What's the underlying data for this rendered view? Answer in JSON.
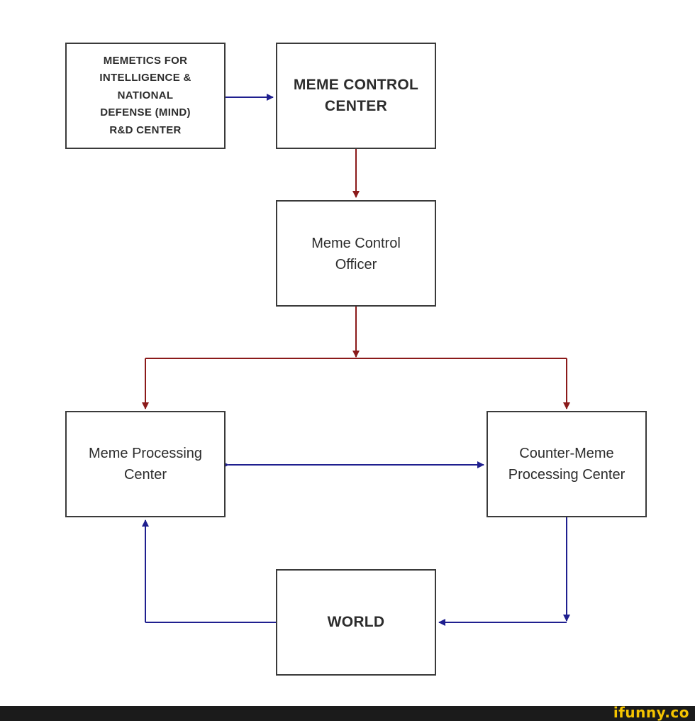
{
  "diagram": {
    "nodes": {
      "mind": {
        "label": "MEMETICS FOR\nINTELLIGENCE &\nNATIONAL\nDEFENSE (MIND)\nR&D CENTER"
      },
      "meme_control_center": {
        "label": "MEME CONTROL\nCENTER"
      },
      "meme_control_officer": {
        "label": "Meme Control\nOfficer"
      },
      "meme_processing_center": {
        "label": "Meme Processing\nCenter"
      },
      "counter_meme_processing_center": {
        "label": "Counter-Meme\nProcessing Center"
      },
      "world": {
        "label": "WORLD"
      }
    },
    "edges": [
      {
        "from": "mind",
        "to": "meme_control_center",
        "color": "#1f1f8f"
      },
      {
        "from": "meme_control_center",
        "to": "meme_control_officer",
        "color": "#8b1a1a"
      },
      {
        "from": "meme_control_officer",
        "to": "meme_processing_center",
        "color": "#8b1a1a"
      },
      {
        "from": "meme_control_officer",
        "to": "counter_meme_processing_center",
        "color": "#8b1a1a"
      },
      {
        "from": "meme_processing_center",
        "to": "counter_meme_processing_center",
        "color": "#1f1f8f",
        "bidirectional": true
      },
      {
        "from": "counter_meme_processing_center",
        "to": "world",
        "color": "#1f1f8f"
      },
      {
        "from": "world",
        "to": "meme_processing_center",
        "color": "#1f1f8f"
      }
    ]
  },
  "colors": {
    "red_connector": "#8b1a1a",
    "blue_connector": "#1f1f8f",
    "box_border": "#3a3a3a",
    "watermark": "#f5c400",
    "footer": "#1b1b1b"
  },
  "watermark": {
    "text": "ifunny.co"
  }
}
